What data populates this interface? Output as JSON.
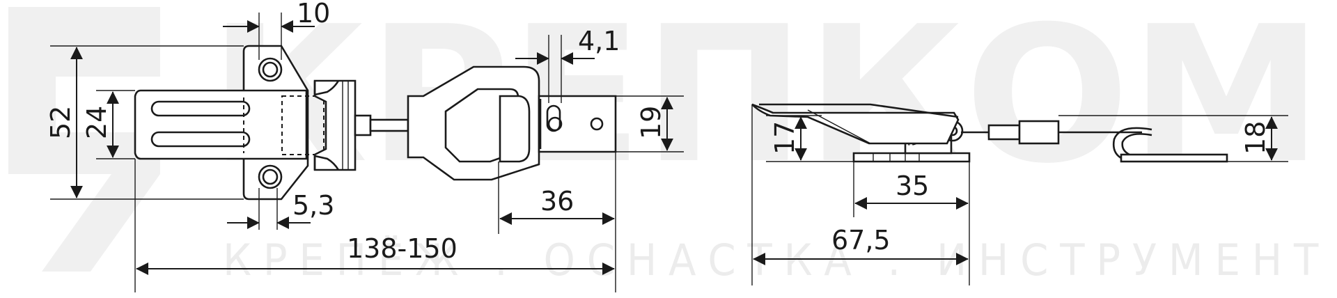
{
  "watermark": {
    "brand": "КРЕПКОМ",
    "tagline": "КРЕПЁЖ . ОСНАСТКА . ИНСТРУМЕНТ"
  },
  "dimensions": {
    "hole_width": "10",
    "overall_height": "52",
    "body_height": "24",
    "hole_diameter": "5,3",
    "slot_width": "4,1",
    "hook_height": "19",
    "hook_length": "36",
    "overall_length": "138-150",
    "side_height": "17",
    "side_hook_height": "18",
    "base_length": "35",
    "side_length": "67,5"
  }
}
